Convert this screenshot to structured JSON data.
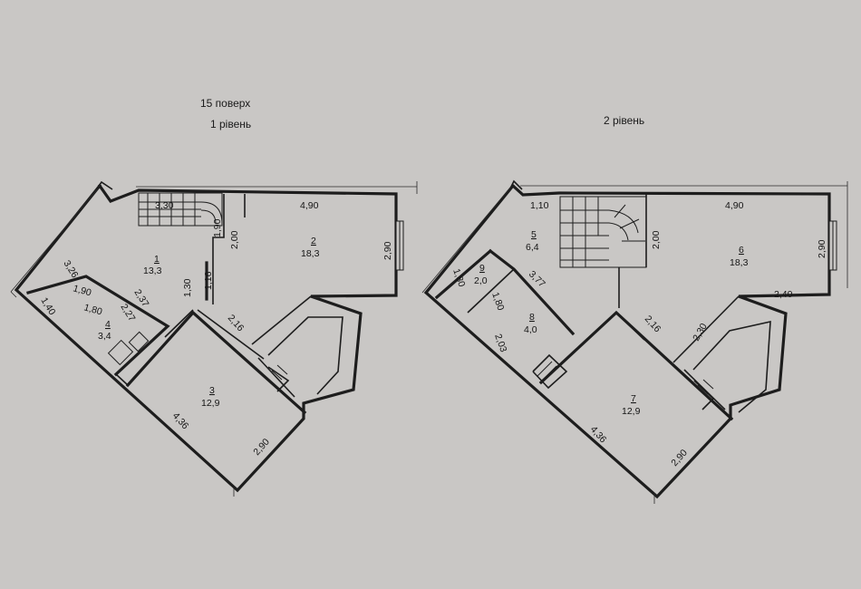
{
  "headings": {
    "floor": "15 поверх",
    "level1": "1 рівень",
    "level2": "2 рівень"
  },
  "level1": {
    "rooms": [
      {
        "number": "1",
        "area": "13,3"
      },
      {
        "number": "2",
        "area": "18,3"
      },
      {
        "number": "3",
        "area": "12,9"
      },
      {
        "number": "4",
        "area": "3,4"
      }
    ],
    "dimensions": [
      "3,30",
      "4,90",
      "3,26",
      "1,90",
      "2,00",
      "2,90",
      "1,30",
      "1,16",
      "1,40",
      "1,90",
      "1,80",
      "2,37",
      "2,27",
      "2,16",
      "4,36",
      "2,90"
    ]
  },
  "level2": {
    "rooms": [
      {
        "number": "5",
        "area": "6,4"
      },
      {
        "number": "6",
        "area": "18,3"
      },
      {
        "number": "7",
        "area": "12,9"
      },
      {
        "number": "8",
        "area": "4,0"
      },
      {
        "number": "9",
        "area": "2,0"
      }
    ],
    "dimensions": [
      "1,10",
      "4,90",
      "2,00",
      "2,90",
      "1,80",
      "3,77",
      "2,40",
      "1,80",
      "2,16",
      "2,30",
      "2,03",
      "4,36",
      "2,90"
    ]
  }
}
